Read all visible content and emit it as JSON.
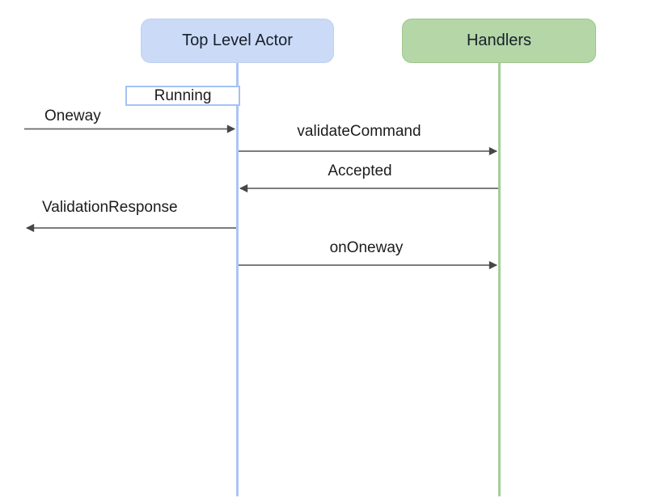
{
  "diagram": {
    "type": "sequence-diagram",
    "background": "#ffffff"
  },
  "actors": [
    {
      "id": "top-level-actor",
      "label": "Top Level Actor",
      "fill": "#cbdaf6",
      "lifeline_color": "#aac6f2"
    },
    {
      "id": "handlers",
      "label": "Handlers",
      "fill": "#b5d6a7",
      "lifeline_color": "#a4cf96"
    }
  ],
  "activation": {
    "label": "Running",
    "border_color": "#a4c2f4"
  },
  "messages": [
    {
      "label": "Oneway",
      "from": "external",
      "to": "Top Level Actor",
      "direction": "right"
    },
    {
      "label": "validateCommand",
      "from": "Top Level Actor",
      "to": "Handlers",
      "direction": "right"
    },
    {
      "label": "Accepted",
      "from": "Handlers",
      "to": "Top Level Actor",
      "direction": "left"
    },
    {
      "label": "ValidationResponse",
      "from": "Top Level Actor",
      "to": "external",
      "direction": "left"
    },
    {
      "label": "onOneway",
      "from": "Top Level Actor",
      "to": "Handlers",
      "direction": "right"
    }
  ],
  "colors": {
    "arrow_line": "#6a6a6a",
    "arrow_head": "#474747",
    "text": "#1c1c1c",
    "actor_blue_fill": "#cbdaf6",
    "actor_green_fill": "#b5d6a7",
    "lifeline_blue": "#aac6f2",
    "lifeline_green": "#a4cf96"
  }
}
